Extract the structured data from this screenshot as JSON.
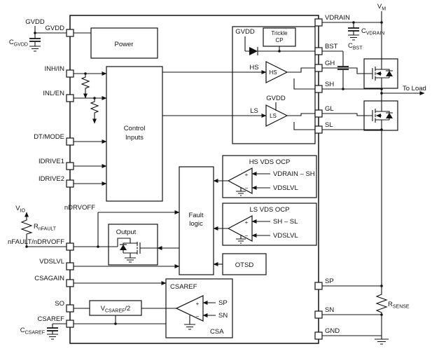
{
  "pins_left": [
    "GVDD",
    "INH/IN",
    "INL/EN",
    "DT/MODE",
    "IDRIVE1",
    "IDRIVE2",
    "nFAULT/nDRVOFF",
    "VDSLVL",
    "CSAGAIN",
    "SO",
    "CSAREF"
  ],
  "pins_right": [
    "VDRAIN",
    "BST",
    "GH",
    "SH",
    "GL",
    "SL",
    "SP",
    "SN",
    "GND"
  ],
  "blocks": {
    "power": "Power",
    "control_1": "Control",
    "control_2": "Inputs",
    "trickle_1": "Trickle",
    "trickle_2": "CP",
    "hs_ocp": "HS VDS OCP",
    "ls_ocp": "LS VDS OCP",
    "fault_1": "Fault",
    "fault_2": "logic",
    "otsd": "OTSD",
    "output": "Output",
    "csa": "CSA",
    "csaref": "CSAREF",
    "hs_driver": "HS",
    "ls_driver": "LS",
    "vcsaref": {
      "base": "V",
      "sub": "CSAREF",
      "suffix": "/2"
    }
  },
  "signals": {
    "hs": "HS",
    "ls": "LS",
    "gvdd_top": "GVDD",
    "gvdd_ls": "GVDD",
    "ndrvoff": "nDRVOFF",
    "hs_ocp_inp": "VDRAIN – SH",
    "hs_ocp_inn": "VDSLVL",
    "ls_ocp_inp": "SH – SL",
    "ls_ocp_inn": "VDSLVL",
    "csa_inp": "SP",
    "csa_inn": "SN"
  },
  "signs": {
    "plus": "+",
    "minus": "−"
  },
  "external": {
    "vm": {
      "base": "V",
      "sub": "M"
    },
    "vio": {
      "base": "V",
      "sub": "IO"
    },
    "gvdd": "GVDD",
    "to_load": "To Load",
    "c_gvdd": {
      "base": "C",
      "sub": "GVDD"
    },
    "c_vdrain": {
      "base": "C",
      "sub": "VDRAIN"
    },
    "c_bst": {
      "base": "C",
      "sub": "BST"
    },
    "c_csaref": {
      "base": "C",
      "sub": "CSAREF"
    },
    "r_nfault": {
      "base": "R",
      "sub": "nFAULT"
    },
    "r_sense": {
      "base": "R",
      "sub": "SENSE"
    }
  }
}
